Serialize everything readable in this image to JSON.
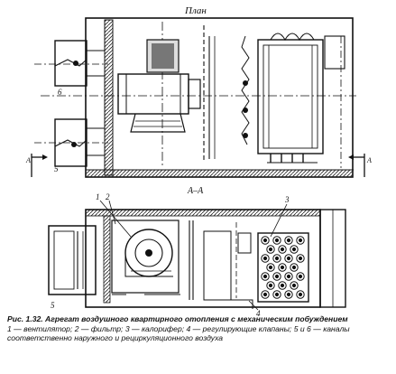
{
  "plan_label": "План",
  "section_label": "А–А",
  "cut_mark": "А",
  "callouts": [
    "1",
    "2",
    "3",
    "4",
    "5",
    "6"
  ],
  "caption": {
    "title": "Рис. 1.32. Агрегат воздушного квартирного отопления с механическим побуждением",
    "legend": "1 — вентилятор; 2 — фильтр; 3 — калорифер; 4 — регулирующие клапаны; 5 и 6 — каналы соответственно наружного и рециркуляционного воздуха"
  }
}
